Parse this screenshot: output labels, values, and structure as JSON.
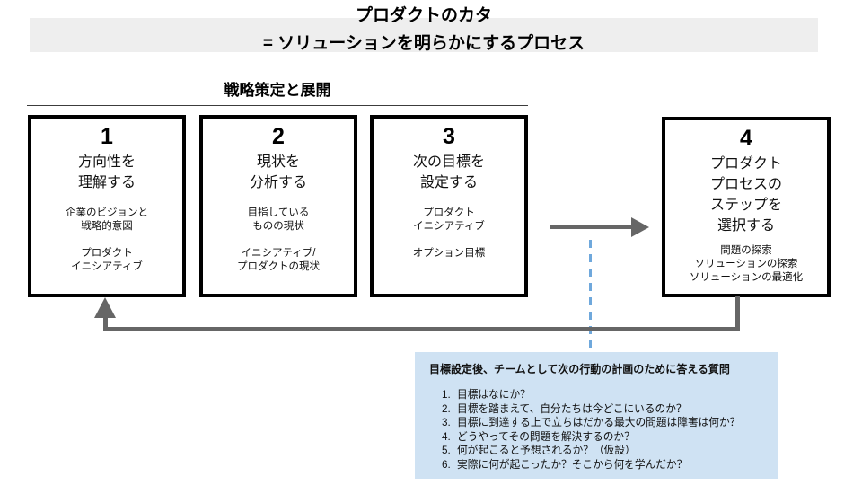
{
  "title": {
    "line1": "プロダクトのカタ",
    "line2": "= ソリューションを明らかにするプロセス"
  },
  "section": {
    "heading": "戦略策定と展開"
  },
  "steps": [
    {
      "number": "1",
      "title": "方向性を\n理解する",
      "notes": [
        "企業のビジョンと\n戦略的意図",
        "プロダクト\nイニシアティブ"
      ]
    },
    {
      "number": "2",
      "title": "現状を\n分析する",
      "notes": [
        "目指している\nものの現状",
        "イニシアティブ/\nプロダクトの現状"
      ]
    },
    {
      "number": "3",
      "title": "次の目標を\n設定する",
      "notes": [
        "プロダクト\nイニシアティブ",
        "オプション目標"
      ]
    },
    {
      "number": "4",
      "title": "プロダクト\nプロセスの\nステップを\n選択する",
      "notes": [
        "問題の探索\nソリューションの探索\nソリューションの最適化"
      ]
    }
  ],
  "questions": {
    "header": "目標設定後、チームとして次の行動の計画のために答える質問",
    "items": [
      {
        "num": "1.",
        "text": "目標はなにか？"
      },
      {
        "num": "2.",
        "text": "目標を踏まえて、自分たちは今どこにいるのか？"
      },
      {
        "num": "3.",
        "text": "目標に到達する上で立ちはだかる最大の問題は障害は何か？"
      },
      {
        "num": "4.",
        "text": "どうやってその問題を解決するのか？"
      },
      {
        "num": "5.",
        "text": "何が起こると予想されるか？（仮設）"
      },
      {
        "num": "6.",
        "text": "実際に何が起こったか？そこから何を学んだか？"
      }
    ]
  },
  "colors": {
    "title_band": "#eeeeee",
    "arrow_gray": "#666666",
    "dashed_blue": "#6fa8dc",
    "questions_panel_blue": "#cfe2f3",
    "box_border": "#000000"
  }
}
